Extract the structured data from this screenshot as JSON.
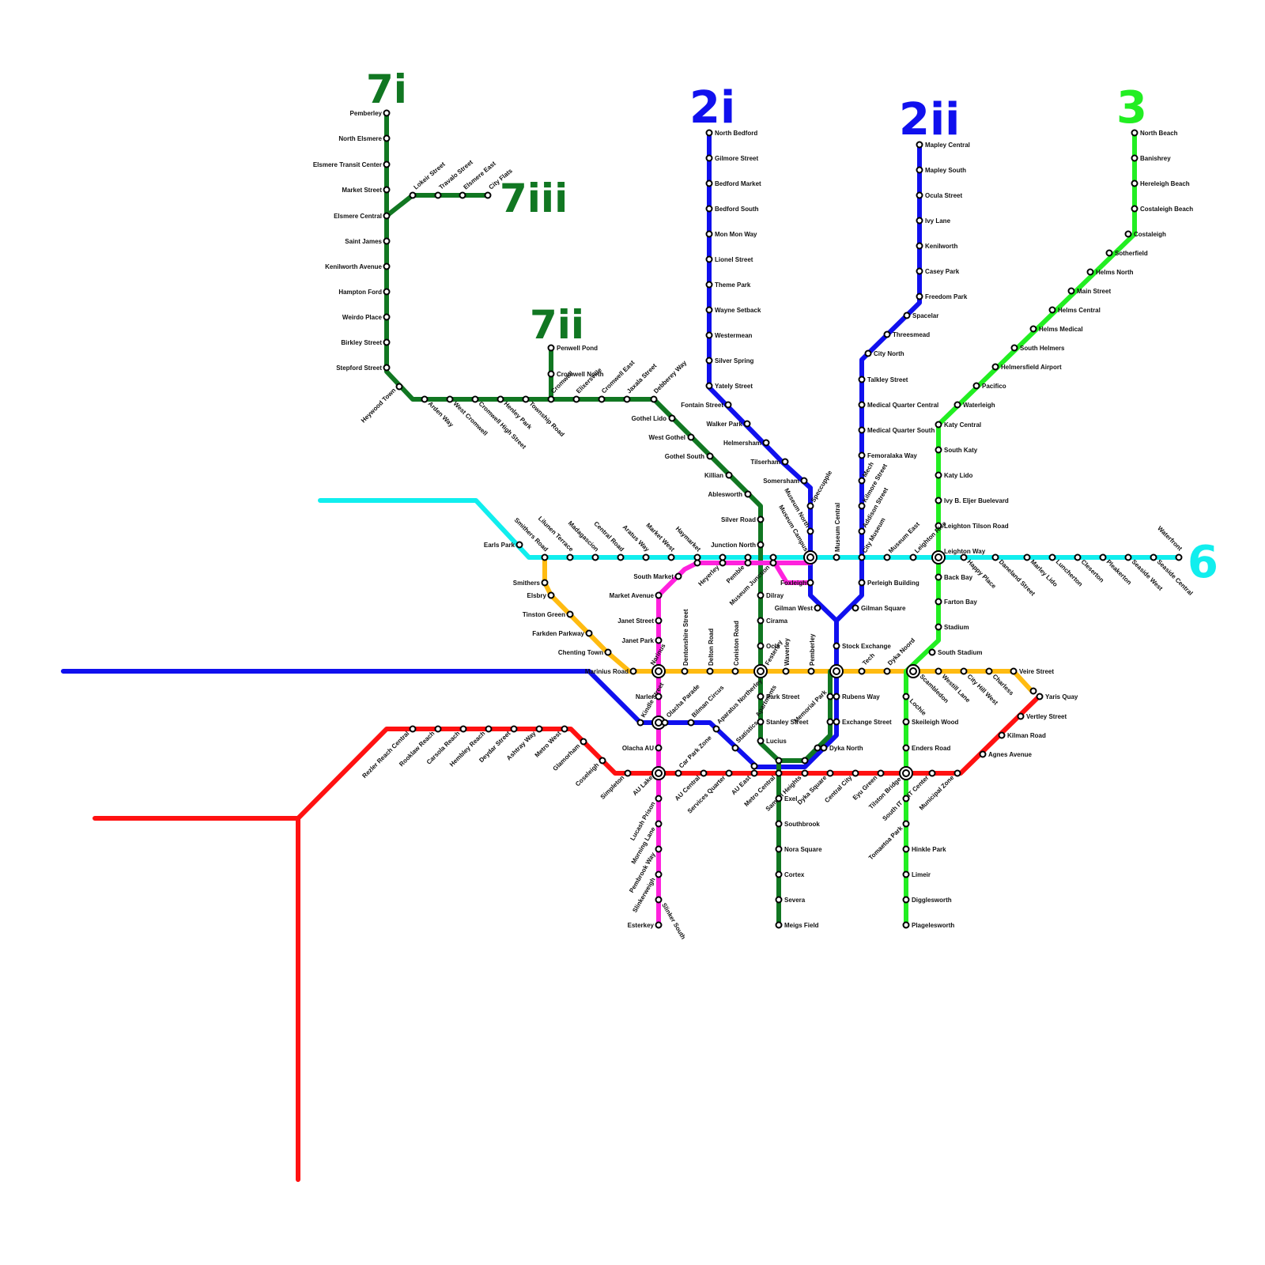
{
  "colors": {
    "route_7": "#117722",
    "route_2": "#1010ee",
    "route_3": "#22ee22",
    "route_6": "#11eeee",
    "route_pink": "#ff22dd",
    "route_orange": "#ffbb11",
    "route_red": "#ff1111"
  },
  "route_badges": {
    "r7i": "7i",
    "r7ii": "7ii",
    "r7iii": "7iii",
    "r2i": "2i",
    "r2ii": "2ii",
    "r3": "3",
    "r6": "6"
  },
  "stations": {
    "s_pemberley_n": "Pemberley",
    "s_north_elsmere": "North Elsmere",
    "s_elsmere_transit_center": "Elsmere Transit Center",
    "s_market_street_n": "Market Street",
    "s_elsmere_central": "Elsmere Central",
    "s_saint_james": "Saint James",
    "s_kenilworth_avenue": "Kenilworth Avenue",
    "s_hampton_ford": "Hampton Ford",
    "s_weirdo_place": "Weirdo Place",
    "s_birkley_street": "Birkley Street",
    "s_stepford_street": "Stepford Street",
    "s_lokeir_street": "Lokeir Street",
    "s_travalo_street": "Travalo Street",
    "s_elsmere_east": "Elsmere East",
    "s_city_flats": "City Flats",
    "s_heywood_town": "Heywood Town",
    "s_arden_way": "Arden Way",
    "s_west_cromwell": "West Cromwell",
    "s_cromwell_high_street": "Cromwell High Street",
    "s_henley_park": "Henley Park",
    "s_township_road": "Township Road",
    "s_penwell_pond": "Penwell Pond",
    "s_cromwell_north": "Cromwell North",
    "s_cromwell": "Cromwell",
    "s_elixersville": "Elixersville",
    "s_cromwell_east": "Cromwell East",
    "s_jaxala_street": "Jaxala Street",
    "s_debberey_way": "Debberey Way",
    "s_gothel_lido": "Gothel Lido",
    "s_west_gothel": "West Gothel",
    "s_gothel_south": "Gothel South",
    "s_killian": "Killian",
    "s_ablesworth": "Ablesworth",
    "s_silver_road": "Silver Road",
    "s_junction_north": "Junction North",
    "s_north_bedford": "North Bedford",
    "s_gilmore_street": "Gilmore Street",
    "s_bedford_market": "Bedford Market",
    "s_bedford_south": "Bedford South",
    "s_mon_mon_way": "Mon Mon Way",
    "s_lionel_street": "Lionel Street",
    "s_theme_park": "Theme Park",
    "s_wayne_setback": "Wayne Setback",
    "s_westermean": "Westermean",
    "s_silver_spring": "Silver Spring",
    "s_yately_street": "Yately Street",
    "s_fontain_street": "Fontain Street",
    "s_walker_park": "Walker Park",
    "s_helmersham": "Helmersham",
    "s_tilserham": "Tilserham",
    "s_somersham": "Somersham",
    "s_speccupple": "Speccupple",
    "s_museum_north": "Museum North",
    "s_museum_campus": "Museum Campus",
    "s_museum_central": "Museum Central",
    "s_mapley_central": "Mapley Central",
    "s_mapley_south": "Mapley South",
    "s_ocula_street": "Ocula Street",
    "s_ivy_lane": "Ivy Lane",
    "s_kenilworth": "Kenilworth",
    "s_casey_park": "Casey Park",
    "s_freedom_park": "Freedom Park",
    "s_spacelar": "Spacelar",
    "s_threesmead": "Threesmead",
    "s_city_north": "City North",
    "s_talkley_street": "Talkley Street",
    "s_medical_quarter_central": "Medical Quarter Central",
    "s_medical_quarter_south": "Medical Quarter South",
    "s_femoralaka_way": "Femoralaka Way",
    "s_mech": "Mech",
    "s_kilmore_street": "Kilmore Street",
    "s_addison_street": "Addison Street",
    "s_city_museum": "City Museum",
    "s_museum_east": "Museum East",
    "s_perleigh_building": "Perleigh Building",
    "s_gilman_square": "Gilman Square",
    "s_stock_exchange": "Stock Exchange",
    "s_north_beach": "North Beach",
    "s_banishrey": "Banishrey",
    "s_hereleigh_beach": "Hereleigh Beach",
    "s_costaleigh_beach": "Costaleigh Beach",
    "s_costaleigh": "Costaleigh",
    "s_sotherfield": "Sotherfield",
    "s_helms_north": "Helms North",
    "s_main_street": "Main Street",
    "s_helms_central": "Helms Central",
    "s_helms_medical": "Helms Medical",
    "s_south_helmers": "South Helmers",
    "s_helmersfield_airport": "Helmersfield Airport",
    "s_pacifico": "Pacifico",
    "s_waterleigh": "Waterleigh",
    "s_katy_central": "Katy Central",
    "s_south_katy": "South Katy",
    "s_katy_lido": "Katy Lido",
    "s_ivy_b_eljer": "Ivy B. Eljer Buelevard",
    "s_leighton_tilson_road": "Leighton Tilson Road",
    "s_leighton_way": "Leighton Way",
    "s_leighton_rise": "Leighton Rise",
    "s_back_bay": "Back Bay",
    "s_farton_bay": "Farton Bay",
    "s_stadium": "Stadium",
    "s_south_stadium": "South Stadium",
    "s_earls_park": "Earls Park",
    "s_smithers_road": "Smithers Road",
    "s_lilunen_terrace": "Lilunen Terrace",
    "s_madagascion": "Madagascion",
    "s_central_road": "Central Road",
    "s_aratus_way": "Aratus Way",
    "s_market_west": "Market West",
    "s_haymarket": "Haymarket",
    "s_happy_place": "Happy Place",
    "s_daneland_street": "Daneland Street",
    "s_marley_lido": "Marley Lido",
    "s_luncherton": "Luncherton",
    "s_cleserton": "Cleserton",
    "s_pleakerton": "Pleakerton",
    "s_seaside_west": "Seaside West",
    "s_seaside_central": "Seaside Central",
    "s_waterfront": "Waterfront",
    "s_south_market": "South Market",
    "s_heyerley": "Heyerley",
    "s_pemble": "Pemble",
    "s_museum_junction": "Museum Junction",
    "s_foxleigh": "Foxleigh",
    "s_market_avenue": "Market Avenue",
    "s_janet_street": "Janet Street",
    "s_janet_park": "Janet Park",
    "s_narinus": "Narinus",
    "s_narler": "Narler",
    "s_olacha_parade": "Olacha Parade",
    "s_olacha_au": "Olacha AU",
    "s_au_lake": "AU Lake",
    "s_lucash_prison": "Lucash Prison",
    "s_morning_lane": "Morning Lane",
    "s_pembrook_way": "Pembrook Way",
    "s_slinkerweigh": "Slinkerweigh",
    "s_slinker_south": "Slinker South",
    "s_esterkey": "Esterkey",
    "s_smithers": "Smithers",
    "s_elsbry": "Elsbry",
    "s_tinston_green": "Tinston Green",
    "s_farkden_parkway": "Farkden Parkway",
    "s_chenting_town": "Chenting Town",
    "s_marinius_road": "Marinius Road",
    "s_dentonshire_street": "Dentonshire Street",
    "s_delton_road": "Delton Road",
    "s_coniston_road": "Coniston Road",
    "s_festerley": "Festerley",
    "s_waverley": "Waverley",
    "s_pemberley_s": "Pemberley",
    "s_tech": "Tech",
    "s_dyka_noord": "Dyka Noord",
    "s_scambledon": "Scambledon",
    "s_westill_lane": "Westill Lane",
    "s_city_hill_west": "City Hill West",
    "s_charless": "Charless",
    "s_veire_street": "Veire Street",
    "s_yaris_quay": "Yaris Quay",
    "s_dilray": "Dilray",
    "s_cirama": "Cirama",
    "s_ocla": "Ocla",
    "s_park_street": "Park Street",
    "s_stanley_street": "Stanley Street",
    "s_lucius": "Lucius",
    "s_apartments": "Apartments",
    "s_aparatus_northerley": "Aparatus Northerley",
    "s_statistics": "Statistics",
    "s_bilman_circus": "Bilman Circus",
    "s_kindle_street": "Kindle Street",
    "s_gilman_west": "Gilman West",
    "s_memorial_park": "Memorial Park",
    "s_rubens_way": "Rubens Way",
    "s_exchange_street": "Exchange Street",
    "s_dyka_north": "Dyka North",
    "s_rezler_reach_central": "Rezler Reach Central",
    "s_rooklaw_reach": "Rooklaw Reach",
    "s_carsola_reach": "Carsola Reach",
    "s_hembley_reach": "Hembley Reach",
    "s_deydar_street": "Deydar Street",
    "s_ashtray_way": "Ashtray Way",
    "s_metro_west": "Metro West",
    "s_glamorham": "Glamorham",
    "s_coseleigh": "Coseleigh",
    "s_simpleton": "Simpleton",
    "s_car_park_zone": "Car Park Zone",
    "s_au_central": "AU Central",
    "s_services_quarter": "Services Quarter",
    "s_au_east": "AU East",
    "s_metro_central": "Metro Central",
    "s_samuel_heights": "Samuel Heights",
    "s_dyka_square": "Dyka Square",
    "s_central_city": "Central City",
    "s_eyu_green": "Eyu Green",
    "s_tilston_bridge": "Tilston Bridge",
    "s_south_it": "South IT",
    "s_it_center": "IT Center",
    "s_municipal_zone": "Municipal Zone",
    "s_agnes_avenue": "Agnes Avenue",
    "s_kilman_road": "Kilman Road",
    "s_vertley_street": "Vertley Street",
    "s_exel": "Exel",
    "s_southbrook": "Southbrook",
    "s_nora_square": "Nora Square",
    "s_cortex": "Cortex",
    "s_severa": "Severa",
    "s_meigs_field": "Meigs Field",
    "s_lochie": "Lochie",
    "s_skeileigh_wood": "Skeileigh Wood",
    "s_enders_road": "Enders Road",
    "s_tomaetoa_park": "Tomaetoa Park",
    "s_hinkle_park": "Hinkle Park",
    "s_limeir": "Limeir",
    "s_digglesworth": "Digglesworth",
    "s_plagelesworth": "Plagelesworth"
  }
}
